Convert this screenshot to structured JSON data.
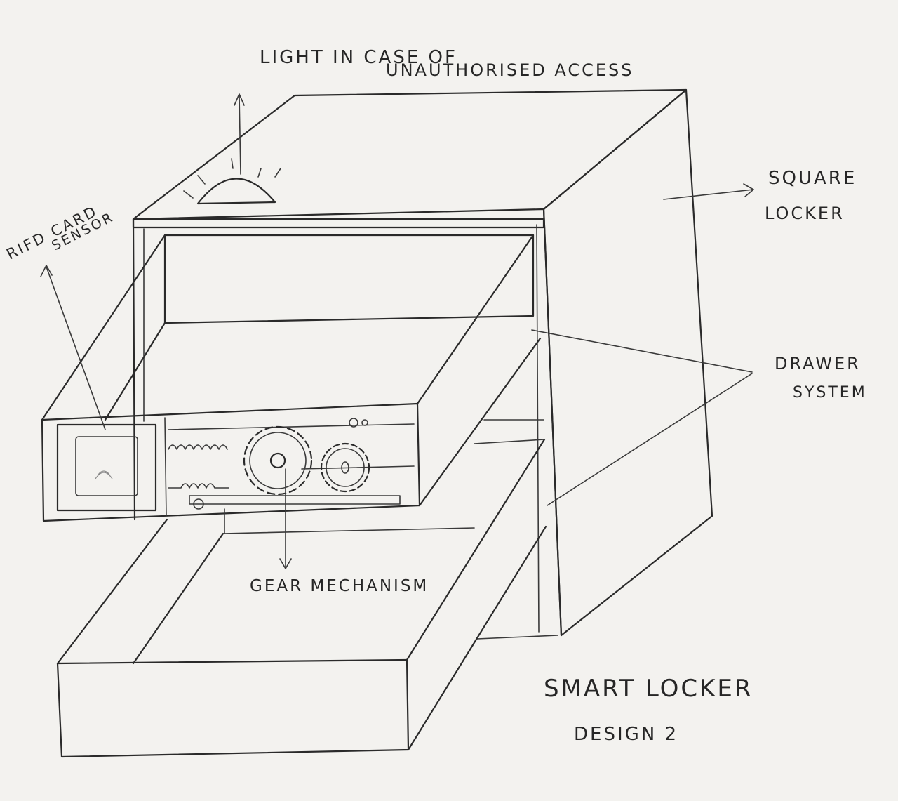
{
  "diagram": {
    "labels": {
      "light": "LIGHT IN CASE OF",
      "light_line2": "UNAUTHORISED ACCESS",
      "square": "SQUARE",
      "square_line2": "LOCKER",
      "drawer": "DRAWER",
      "drawer_line2": "SYSTEM",
      "rfid": "RIFD CARD",
      "rfid_line2": "SENSOR",
      "gear": "GEAR MECHANISM"
    },
    "caption": {
      "title": "SMART LOCKER",
      "subtitle": "DESIGN 2"
    }
  },
  "colors": {
    "paper": "#f3f2ef",
    "ink": "#2a2a2a"
  }
}
